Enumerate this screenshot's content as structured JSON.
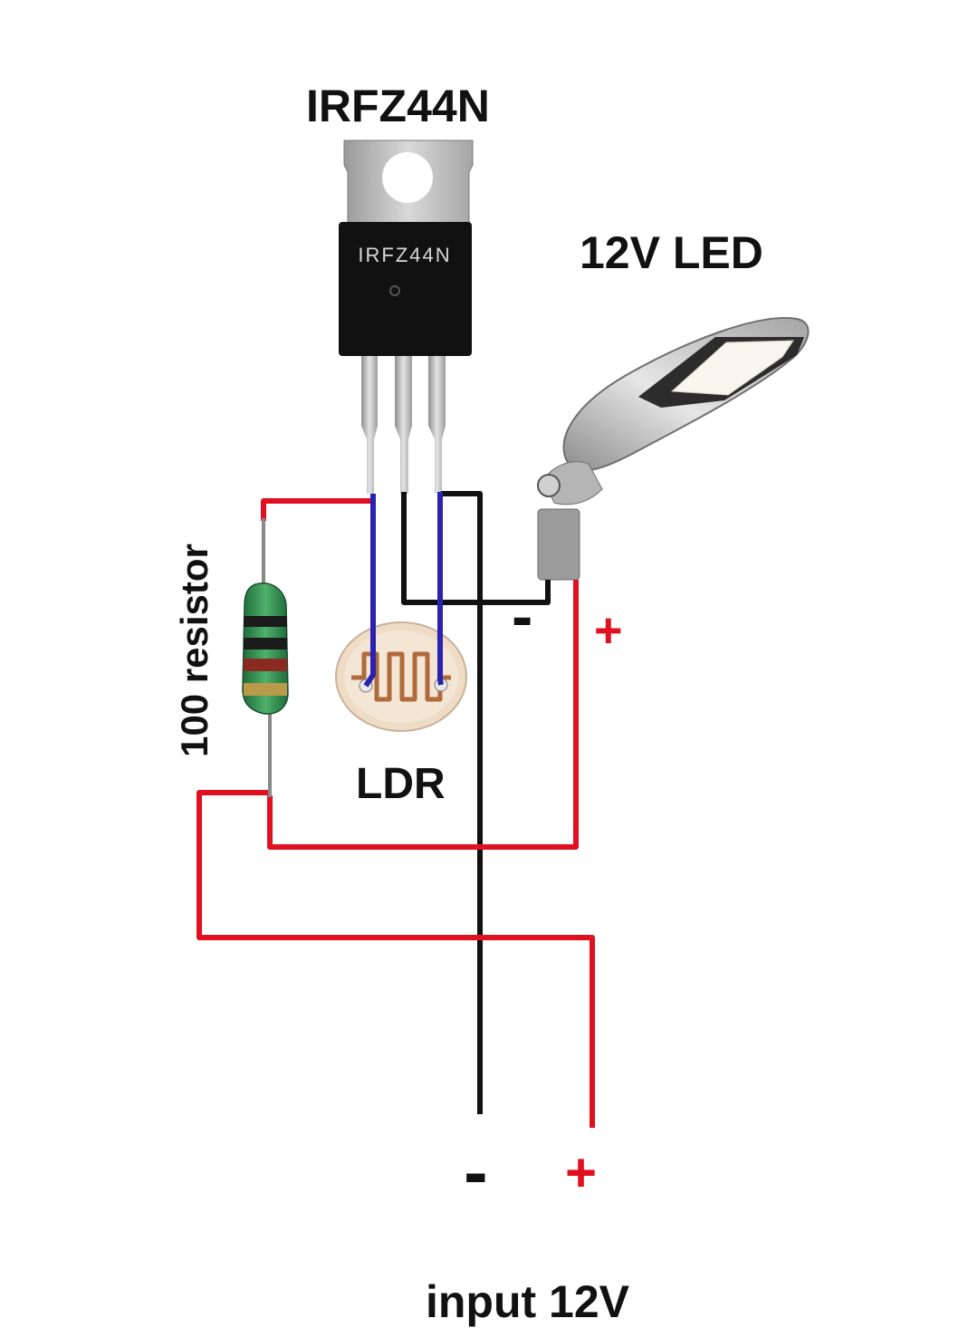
{
  "labels": {
    "mosfet_title": "IRFZ44N",
    "mosfet_marking": "IRFZ44N",
    "led_title": "12V LED",
    "ldr_title": "LDR",
    "resistor_title": "100 resistor",
    "input_title": "input 12V"
  },
  "polarity": {
    "led_minus": "-",
    "led_plus": "+",
    "input_minus": "-",
    "input_plus": "+"
  },
  "colors": {
    "positive_wire": "#e01020",
    "negative_wire": "#111111",
    "ldr_lead": "#2a22b0",
    "background": "#ffffff"
  },
  "components": {
    "mosfet": "to220-package",
    "led": "street-light-fixture",
    "ldr": "photoresistor",
    "resistor": "axial-resistor"
  }
}
